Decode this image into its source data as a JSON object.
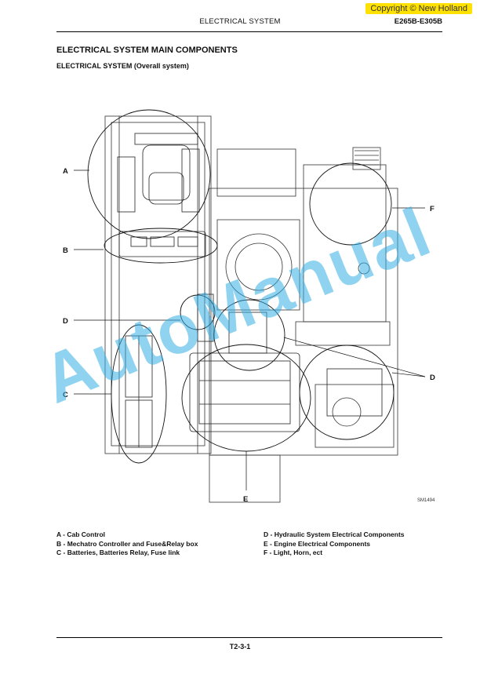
{
  "header": {
    "section": "ELECTRICAL SYSTEM",
    "model": "E265B-E305B",
    "copyright": "Copyright © New Holland"
  },
  "title": "ELECTRICAL SYSTEM MAIN COMPONENTS",
  "subtitle": "ELECTRICAL SYSTEM (Overall system)",
  "figure": {
    "callouts": [
      "A",
      "B",
      "C",
      "D",
      "E",
      "F"
    ],
    "callout_d_right": "D",
    "figure_code": "SM1494"
  },
  "watermark": "AutoManual",
  "legend": {
    "left": [
      "A - Cab Control",
      "B - Mechatro Controller and Fuse&Relay box",
      "C - Batteries, Batteries Relay, Fuse link"
    ],
    "right": [
      "D - Hydraulic System Electrical Components",
      "E - Engine Electrical Components",
      "F - Light, Horn, ect"
    ]
  },
  "footer": {
    "page": "T2-3-1"
  }
}
